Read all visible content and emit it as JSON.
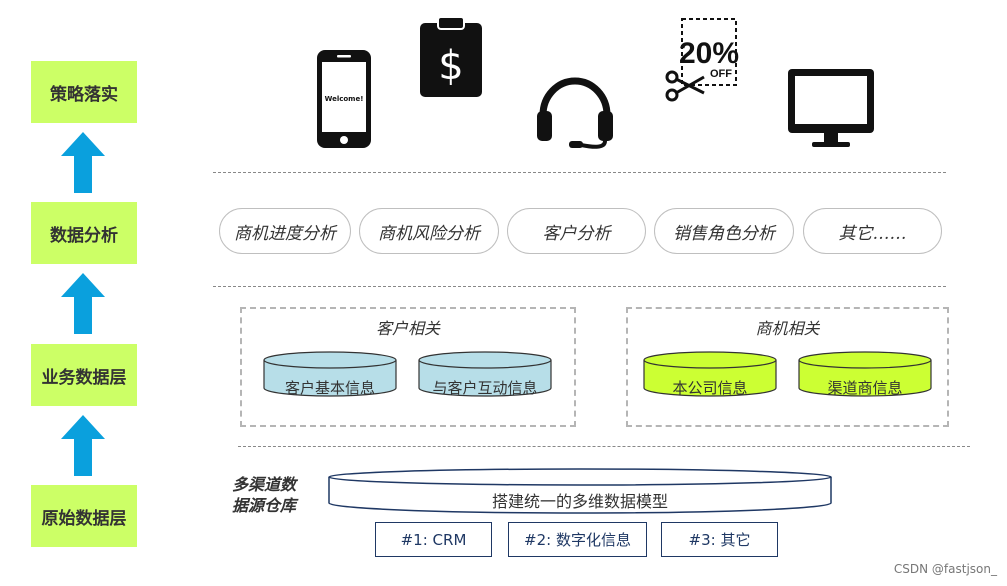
{
  "layers": [
    {
      "label": "策略落实"
    },
    {
      "label": "数据分析"
    },
    {
      "label": "业务数据层"
    },
    {
      "label": "原始数据层"
    }
  ],
  "icons": {
    "phone_screen_text": "Welcome!",
    "coupon_percent": "20%",
    "coupon_off": "OFF"
  },
  "analysis": [
    "商机进度分析",
    "商机风险分析",
    "客户分析",
    "销售角色分析",
    "其它……"
  ],
  "groups": {
    "customer": {
      "title": "客户相关",
      "items": [
        "客户基本信息",
        "与客户互动信息"
      ],
      "color": "#b7dee8"
    },
    "opportunity": {
      "title": "商机相关",
      "items": [
        "本公司信息",
        "渠道商信息"
      ],
      "color": "#ccff33"
    }
  },
  "warehouse": {
    "label_line1": "多渠道数",
    "label_line2": "据源仓库",
    "model_label": "搭建统一的多维数据模型",
    "sources": [
      "#1: CRM",
      "#2: 数字化信息",
      "#3: 其它"
    ]
  },
  "colors": {
    "layer_box": "#ccff66",
    "arrow": "#0aa0dd",
    "source_border": "#1f3864"
  },
  "watermark": "CSDN @fastjson_"
}
